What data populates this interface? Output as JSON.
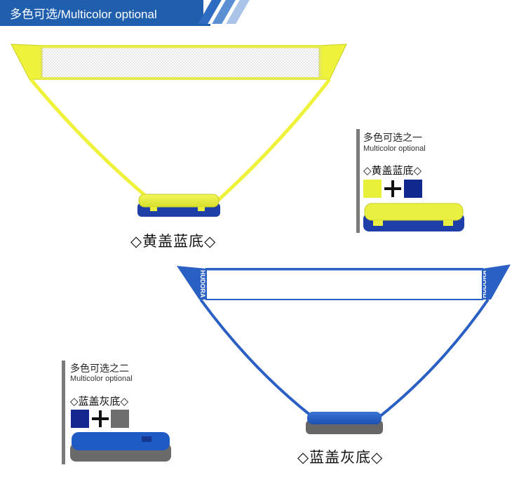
{
  "header": {
    "title": "多色可选/Multicolor optional"
  },
  "products": [
    {
      "caption": "◇黄盖蓝底◇",
      "net_color": "#eef23a",
      "base_color": "#1f3fa8"
    },
    {
      "caption": "◇蓝盖灰底◇",
      "net_color": "#2a5fc4",
      "base_color": "#6a6a6a",
      "brand": "HUDORA"
    }
  ],
  "options": [
    {
      "title_cn": "多色可选之一",
      "title_en": "Multicolor optional",
      "combo": "◇黄盖蓝底◇",
      "swatch_a": "#e8f03a",
      "swatch_b": "#11288f"
    },
    {
      "title_cn": "多色可选之二",
      "title_en": "Multicolor optional",
      "combo": "◇蓝盖灰底◇",
      "swatch_a": "#14288f",
      "swatch_b": "#6e6e6e"
    }
  ]
}
